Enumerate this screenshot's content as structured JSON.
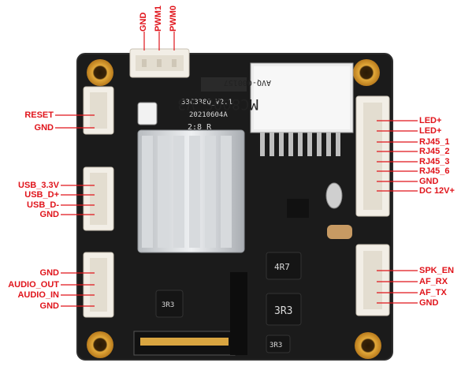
{
  "colors": {
    "label_red": "#e0141b",
    "pcb_black": "#1b1b1b",
    "connector_white": "#f2eee6",
    "pad_gold": "#d49a2e"
  },
  "top_connector": {
    "pins": [
      "GND",
      "PWM1",
      "PWM0"
    ]
  },
  "left_connectors": {
    "reset_group": [
      "RESET",
      "GND"
    ],
    "usb_group": [
      "USB_3.3V",
      "USB_D+",
      "USB_D-",
      "GND"
    ],
    "audio_group": [
      "GND",
      "AUDIO_OUT",
      "AUDIO_IN",
      "GND"
    ]
  },
  "right_connectors": {
    "main_group": [
      "LED+",
      "LED+",
      "RJ45_1",
      "RJ45_2",
      "RJ45_3",
      "RJ45_6",
      "GND",
      "DC 12V+"
    ],
    "af_group": [
      "SPK_EN",
      "AF_RX",
      "AF_TX",
      "GND"
    ]
  },
  "board_silkscreen": {
    "model_line": "33C338Q_V2.1",
    "date_line": "20210604A",
    "module_label": "MC800S-V3",
    "module_serial": "AVQ-000157",
    "inductor_a": "4R7",
    "inductor_b": "3R3",
    "inductor_c": "3R3",
    "inductor_d": "3R3",
    "small_marks": "2:8 R"
  }
}
